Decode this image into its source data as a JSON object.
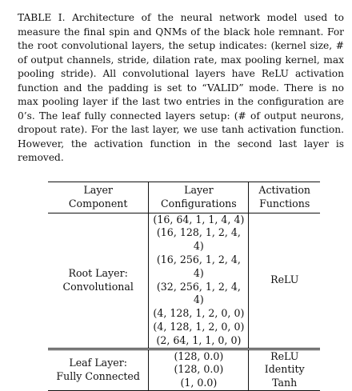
{
  "caption": "TABLE I. Architecture of the neural network model used to measure the final spin and QNMs of the black hole remnant. For the root convolutional layers, the setup indicates: (kernel size, # of output channels, stride, dilation rate, max pooling kernel, max pooling stride). All convolutional layers have ReLU activation function and the padding is set to “VALID” mode. There is no max pooling layer if the last two entries in the configuration are 0’s. The leaf fully connected layers setup: (# of output neurons, dropout rate). For the last layer, we use tanh activation function. However, the activation function in the second last layer is removed.",
  "table": {
    "headers": [
      [
        "Layer",
        "Component"
      ],
      [
        "Layer",
        "Configurations"
      ],
      [
        "Activation",
        "Functions"
      ]
    ],
    "root": {
      "component": [
        "Root Layer:",
        "Convolutional"
      ],
      "configs": [
        "(16, 64, 1, 1, 4, 4)",
        "(16, 128, 1, 2, 4, 4)",
        "(16, 256, 1, 2, 4, 4)",
        "(32, 256, 1, 2, 4, 4)",
        "(4, 128, 1, 2, 0, 0)",
        "(4, 128, 1, 2, 0, 0)",
        "(2, 64, 1, 1, 0, 0)"
      ],
      "activation": "ReLU"
    },
    "leaf": {
      "component": [
        "Leaf Layer:",
        "Fully Connected"
      ],
      "configs": [
        "(128, 0.0)",
        "(128, 0.0)",
        "(1, 0.0)"
      ],
      "activations": [
        "ReLU",
        "Identity",
        "Tanh"
      ]
    }
  }
}
